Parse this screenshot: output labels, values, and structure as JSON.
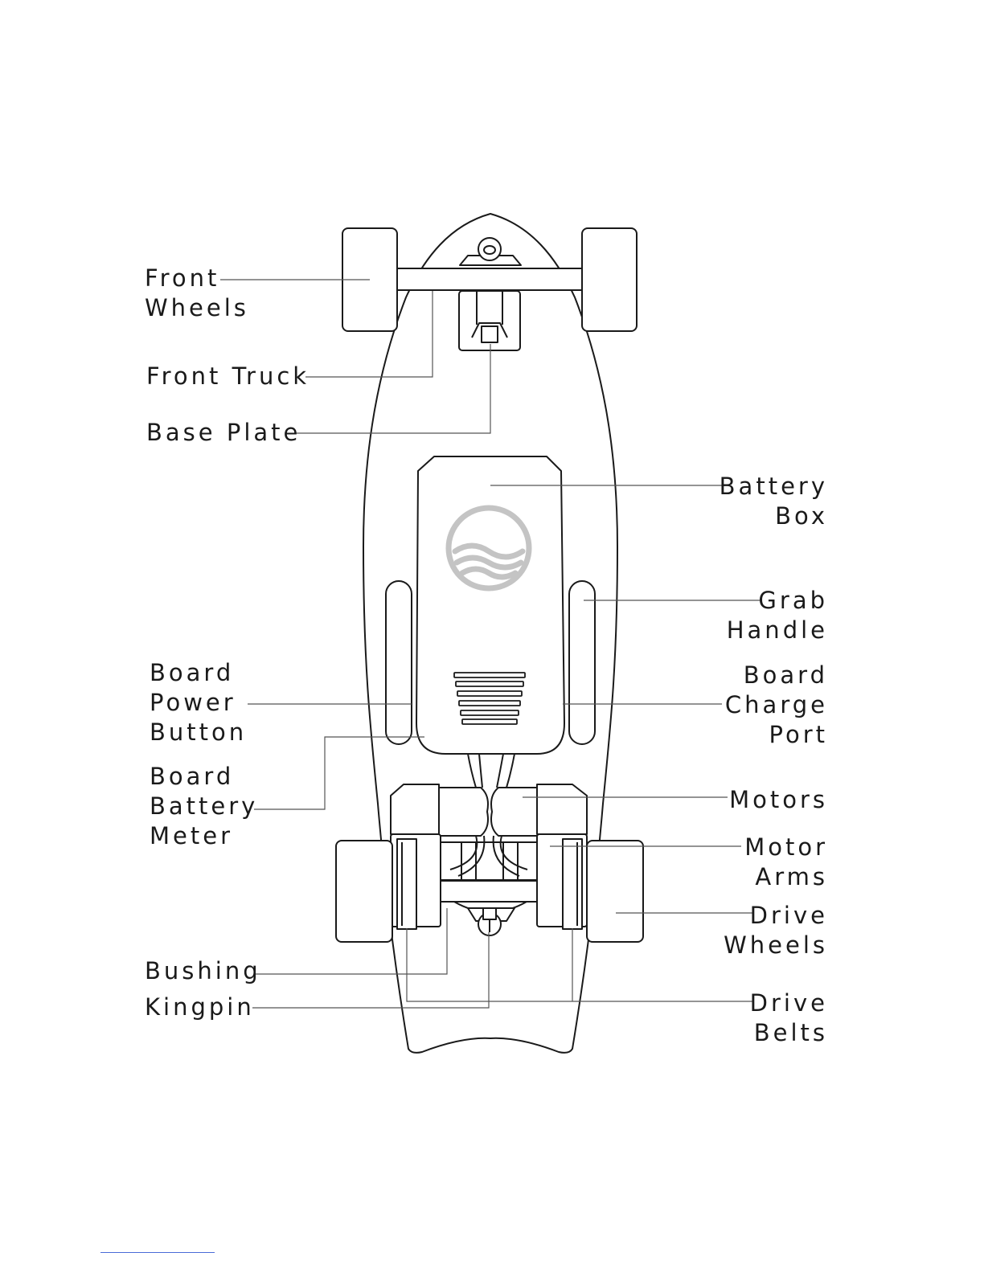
{
  "labels": {
    "front_wheels": [
      "Front",
      "Wheels"
    ],
    "front_truck": [
      "Front Truck"
    ],
    "base_plate": [
      "Base Plate"
    ],
    "battery_box": [
      "Battery",
      "Box"
    ],
    "grab_handle": [
      "Grab",
      "Handle"
    ],
    "board_power_button": [
      "Board",
      "Power",
      "Button"
    ],
    "board_charge_port": [
      "Board",
      "Charge",
      "Port"
    ],
    "board_battery_meter": [
      "Board",
      "Battery",
      "Meter"
    ],
    "motors": [
      "Motors"
    ],
    "motor_arms": [
      "Motor",
      "Arms"
    ],
    "drive_wheels": [
      "Drive",
      "Wheels"
    ],
    "bushing": [
      "Bushing"
    ],
    "kingpin": [
      "Kingpin"
    ],
    "drive_belts": [
      "Drive",
      "Belts"
    ]
  },
  "colors": {
    "outline": "#1a1a1a",
    "leader": "#555555",
    "logo": "#c4c4c4",
    "footer_rule": "#4a6bd8"
  },
  "icons": {
    "logo": "wave-logo-icon"
  }
}
